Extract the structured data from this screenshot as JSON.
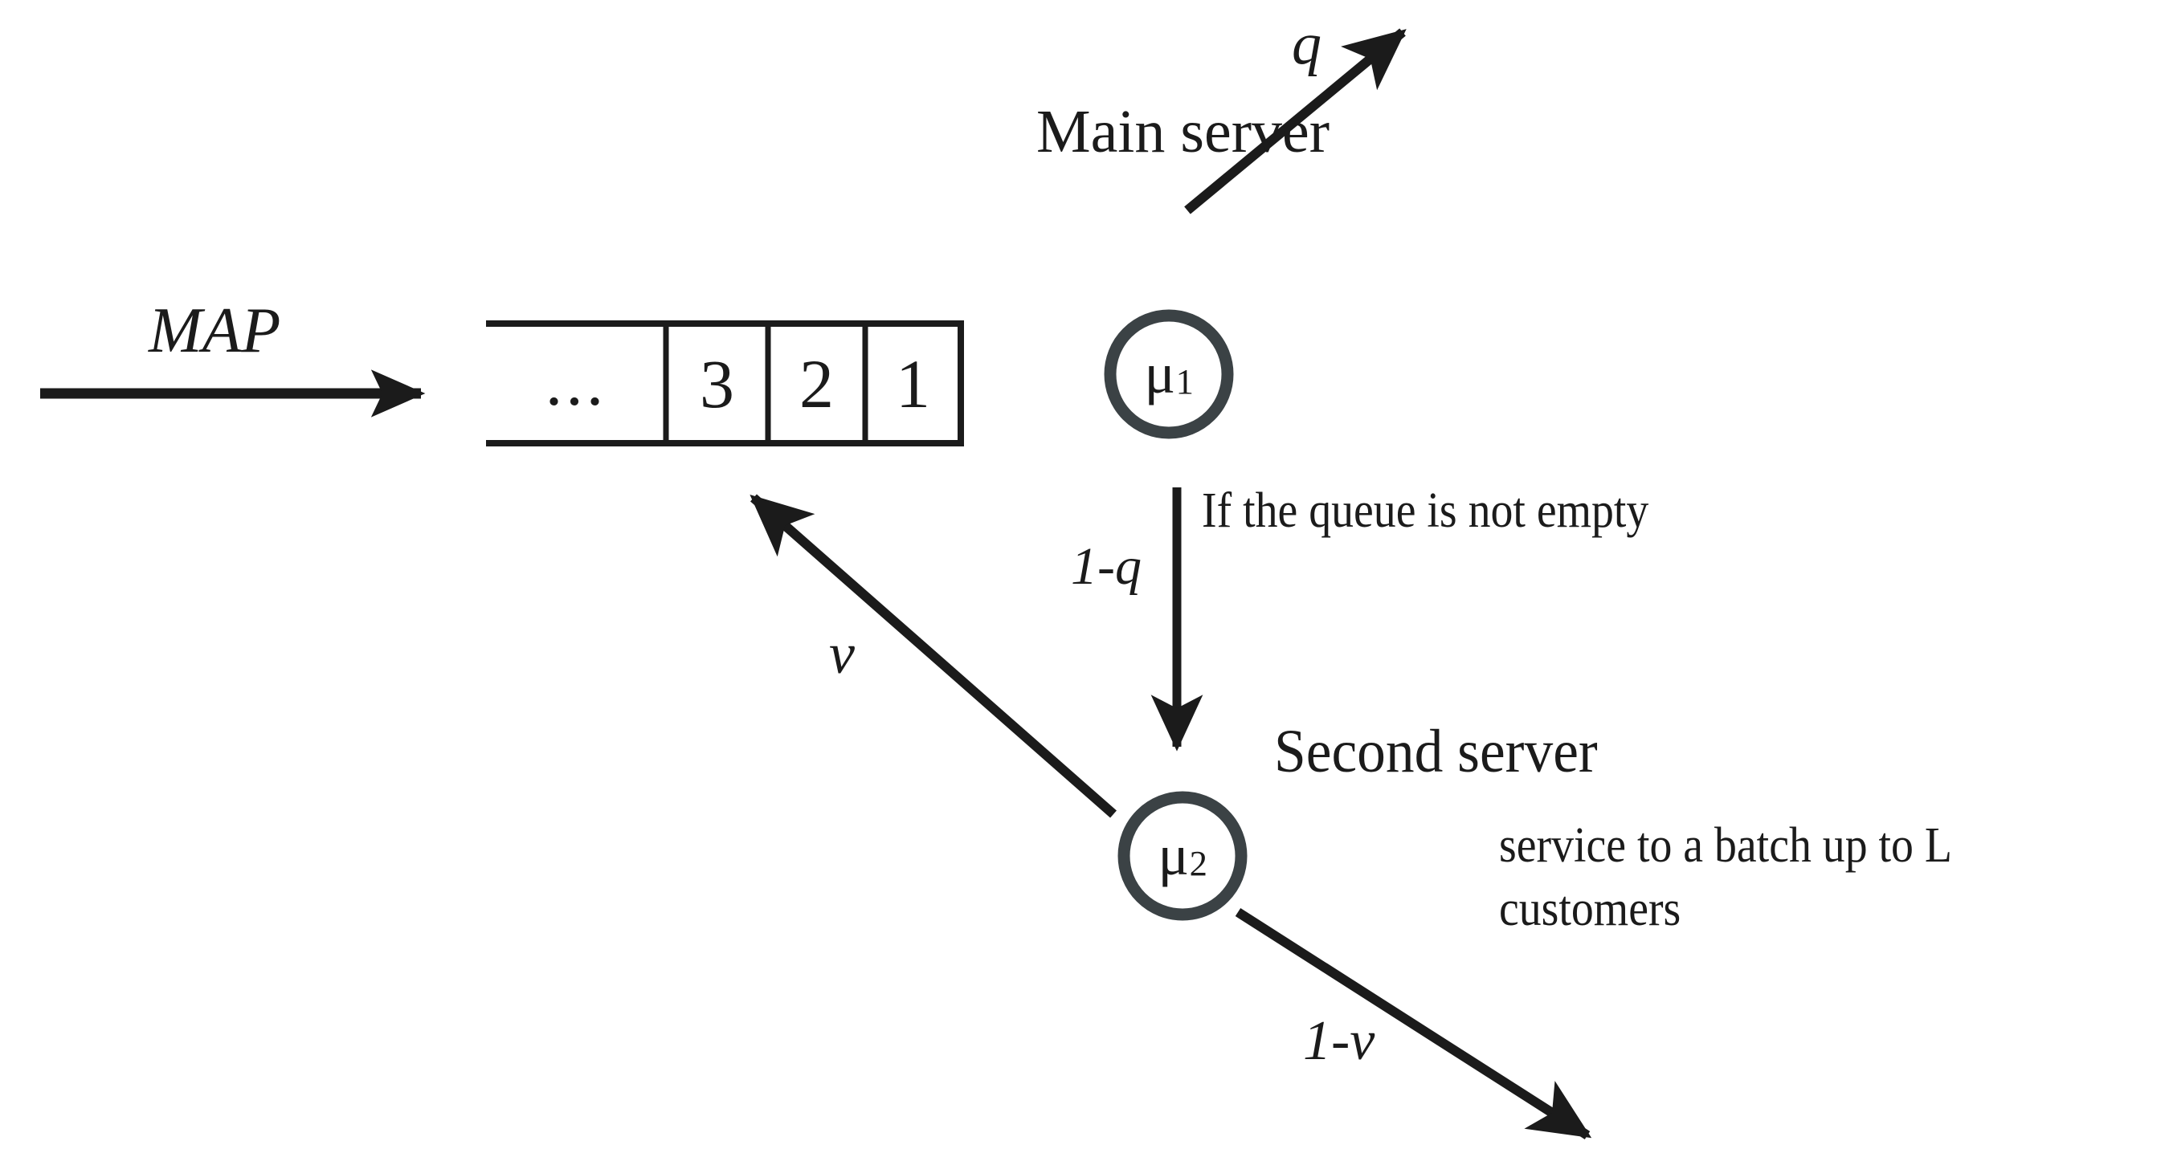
{
  "diagram": {
    "title": "MAP queue with main server and second (batch) server",
    "colors": {
      "stroke": "#1b1b1b",
      "server_circle": "#3b4245",
      "background": "#ffffff"
    },
    "arrival": {
      "label": "MAP",
      "arrow_name": "arrival-arrow"
    },
    "queue": {
      "overflow_cell": "...",
      "cells": [
        "3",
        "2",
        "1"
      ]
    },
    "main_server": {
      "title": "Main server",
      "rate_symbol": "μ",
      "rate_index": "1"
    },
    "second_server": {
      "title": "Second server",
      "rate_symbol": "μ",
      "rate_index": "2",
      "note_line_1": "service to a batch up to L",
      "note_line_2": "customers"
    },
    "transitions": {
      "depart_main": "q",
      "to_second_server": "1-q",
      "to_second_condition": "If the queue is not empty",
      "feedback_to_queue": "v",
      "depart_second": "1-v"
    }
  }
}
